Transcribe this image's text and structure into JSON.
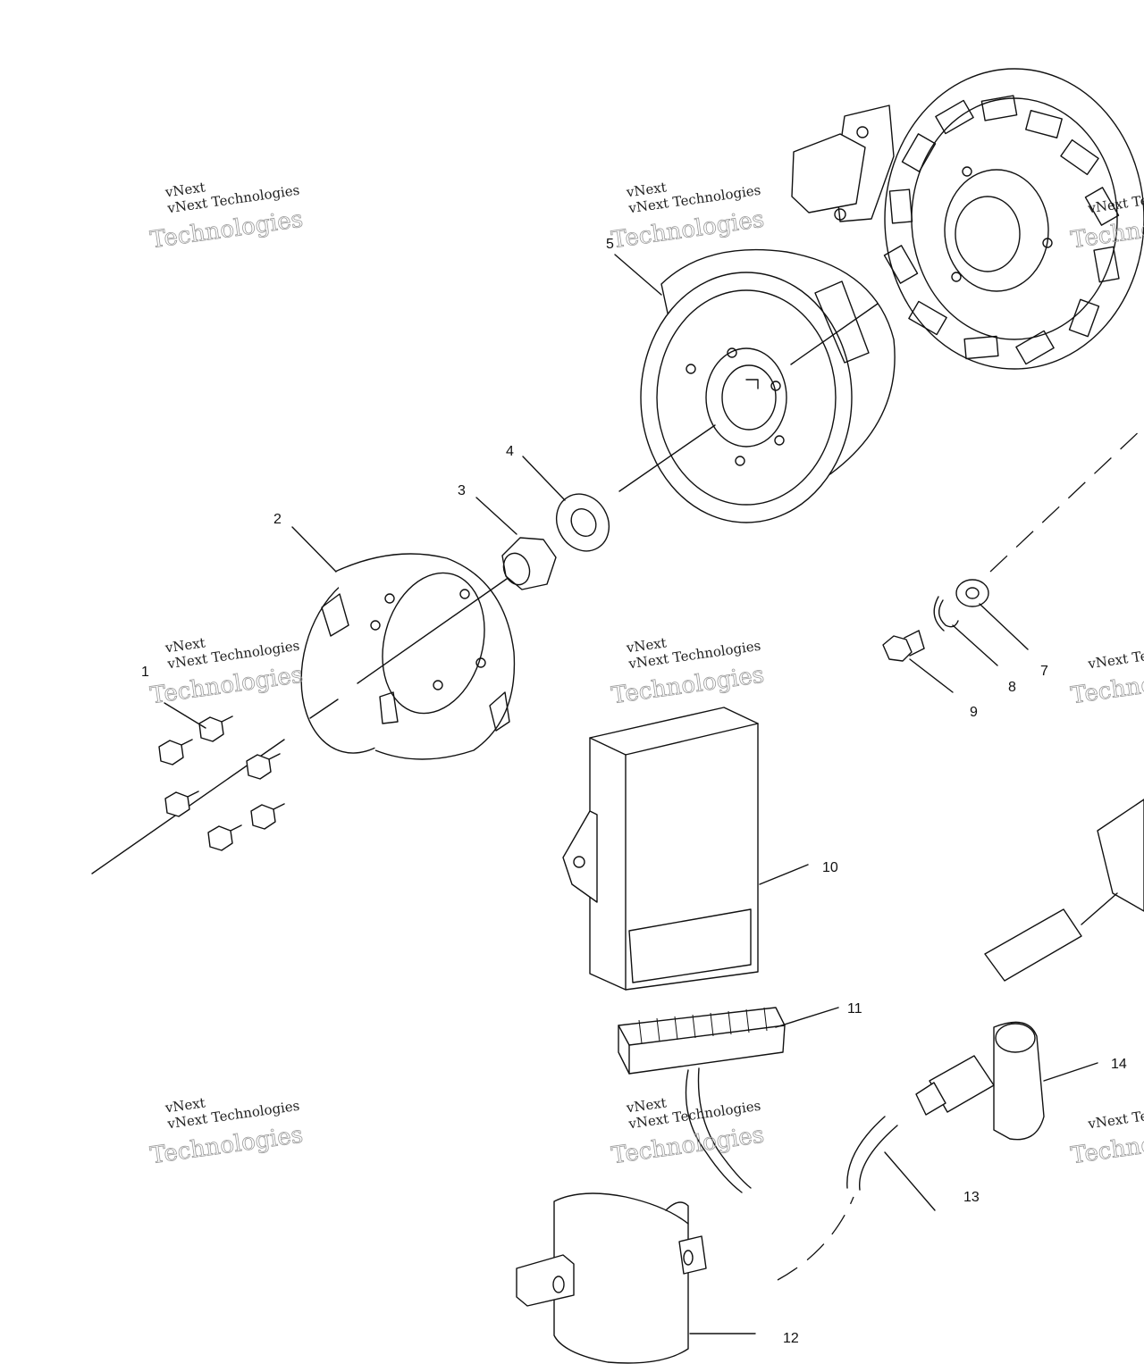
{
  "watermark": {
    "line1": "vNext Technologies",
    "line2": "Technologies",
    "line3": "vNext"
  },
  "callouts": [
    "1",
    "2",
    "3",
    "4",
    "5",
    "7",
    "8",
    "9",
    "10",
    "11",
    "12",
    "13",
    "14"
  ]
}
